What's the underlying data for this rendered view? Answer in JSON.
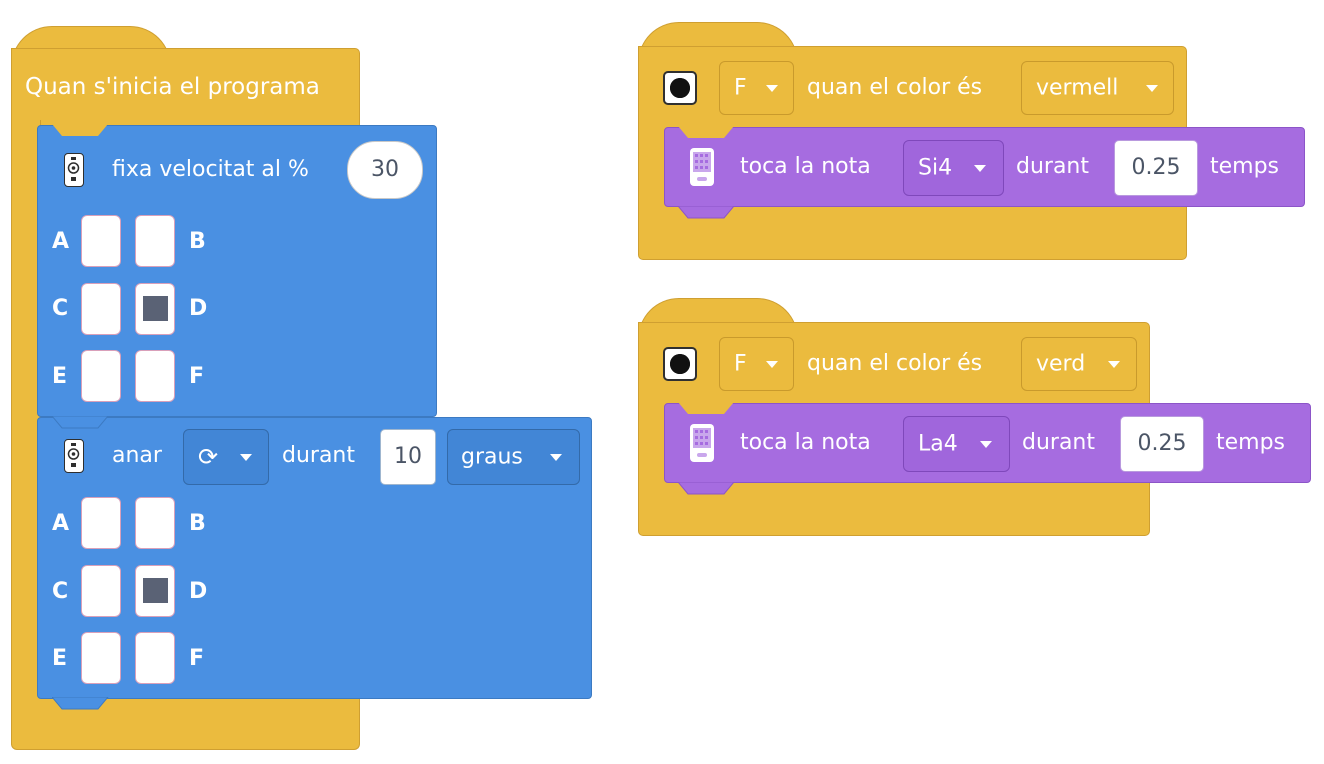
{
  "main_script": {
    "hat_label": "Quan s'inicia el programa",
    "speed_block": {
      "label": "fixa velocitat al %",
      "value": "30",
      "ports": [
        {
          "left": "A",
          "right": "B",
          "left_on": false,
          "right_on": false
        },
        {
          "left": "C",
          "right": "D",
          "left_on": false,
          "right_on": true
        },
        {
          "left": "E",
          "right": "F",
          "left_on": false,
          "right_on": false
        }
      ]
    },
    "move_block": {
      "label": "anar",
      "direction_symbol": "⟳",
      "during_label": "durant",
      "amount": "10",
      "unit": "graus",
      "ports": [
        {
          "left": "A",
          "right": "B",
          "left_on": false,
          "right_on": false
        },
        {
          "left": "C",
          "right": "D",
          "left_on": false,
          "right_on": true
        },
        {
          "left": "E",
          "right": "F",
          "left_on": false,
          "right_on": false
        }
      ]
    }
  },
  "color_events": [
    {
      "port": "F",
      "label": "quan el color és",
      "color": "vermell",
      "action": {
        "label": "toca la nota",
        "note": "Si4",
        "during": "durant",
        "beats": "0.25",
        "unit": "temps"
      }
    },
    {
      "port": "F",
      "label": "quan el color és",
      "color": "verd",
      "action": {
        "label": "toca la nota",
        "note": "La4",
        "during": "durant",
        "beats": "0.25",
        "unit": "temps"
      }
    }
  ],
  "colors": {
    "event_yellow": "#ebbb3e",
    "motor_blue": "#4a90e2",
    "sound_purple": "#a66ce0",
    "port_active": "#5a6275"
  }
}
